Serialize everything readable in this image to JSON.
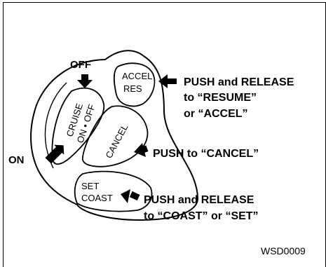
{
  "labels": {
    "off": "OFF",
    "on": "ON",
    "cruise": "CRUISE",
    "on_off": "ON • OFF",
    "accel": "ACCEL",
    "res": "RES",
    "cancel": "CANCEL",
    "set": "SET",
    "coast": "COAST"
  },
  "callouts": {
    "resume_line1": "PUSH and RELEASE",
    "resume_line2": "to “RESUME”",
    "resume_line3": "or “ACCEL”",
    "cancel_line1": "PUSH to “CANCEL”",
    "coast_line1": "PUSH and RELEASE",
    "coast_line2": "to “COAST” or “SET”"
  },
  "figure_code": "WSD0009"
}
